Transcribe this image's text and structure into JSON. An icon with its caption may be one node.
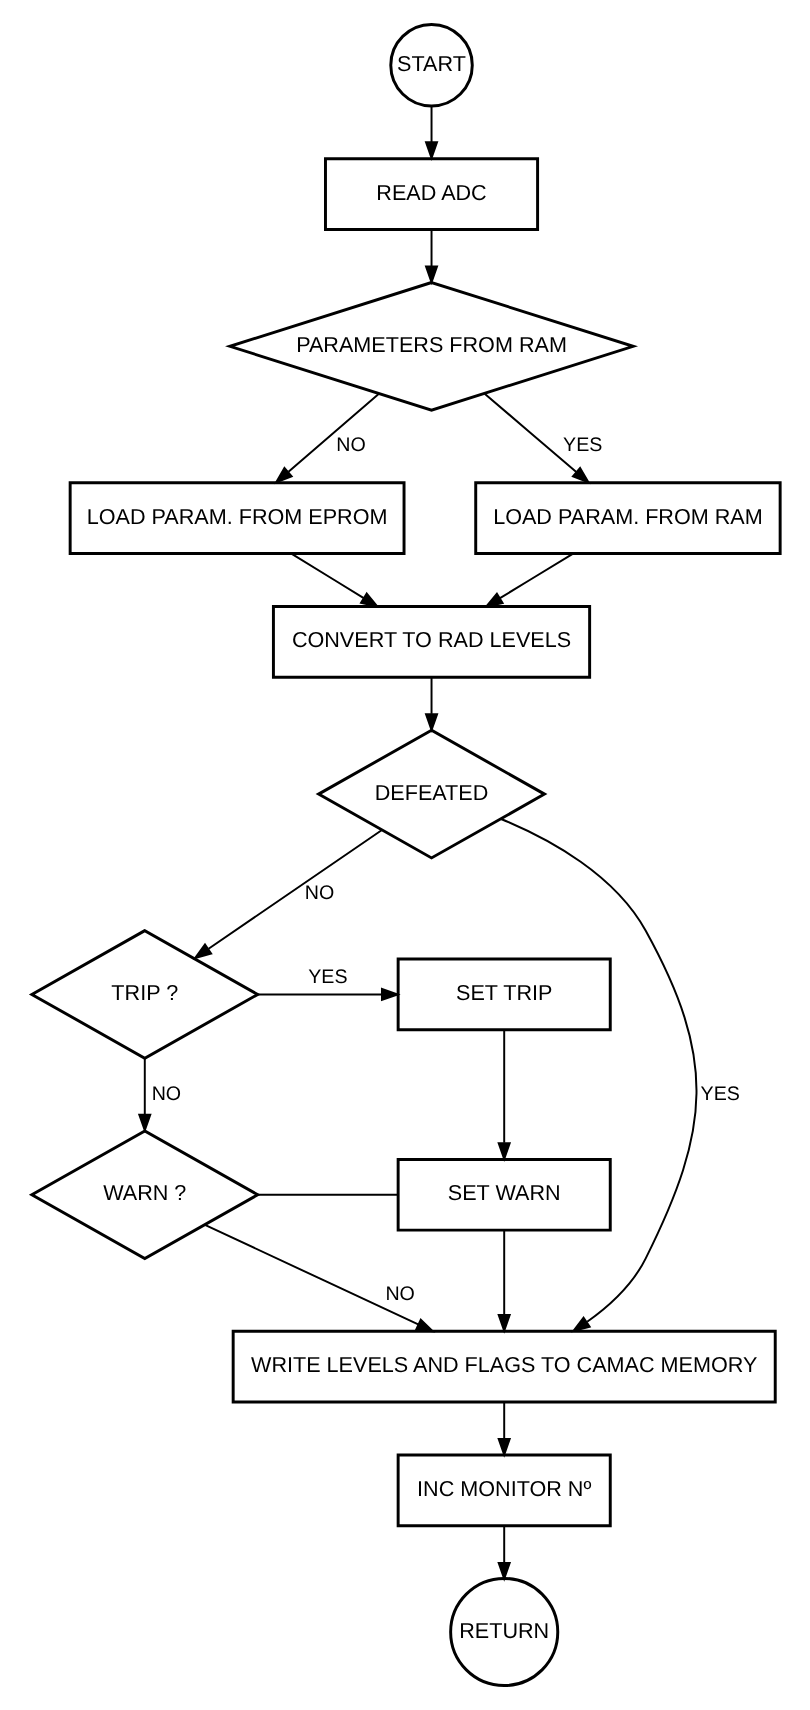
{
  "diagram": {
    "nodes": [
      {
        "text": [
          "START"
        ]
      },
      {
        "text": [
          "READ ADC"
        ]
      },
      {
        "text": [
          "PARAMETERS FROM RAM"
        ]
      },
      {
        "text": [
          "LOAD PARAM. FROM EPROM"
        ]
      },
      {
        "text": [
          "LOAD PARAM. FROM RAM"
        ]
      },
      {
        "text": [
          "CONVERT TO RAD LEVELS"
        ]
      },
      {
        "text": [
          "DEFEATED"
        ]
      },
      {
        "text": [
          "TRIP ?"
        ]
      },
      {
        "text": [
          "SET TRIP"
        ]
      },
      {
        "text": [
          "WARN ?"
        ]
      },
      {
        "text": [
          "SET WARN"
        ]
      },
      {
        "text": [
          "WRITE LEVELS AND FLAGS TO CAMAC MEMORY"
        ]
      },
      {
        "text": [
          "INC MONITOR Nº"
        ]
      },
      {
        "text": [
          "RETURN"
        ]
      }
    ],
    "edges": [
      {
        "from": 0,
        "to": 1,
        "arrow": "to"
      },
      {
        "from": 1,
        "to": 2,
        "arrow": "to"
      },
      {
        "from": 2,
        "to": 3,
        "arrow": "to",
        "label": "NO"
      },
      {
        "from": 2,
        "to": 4,
        "arrow": "to",
        "label": "YES"
      },
      {
        "from": 3,
        "to": 5,
        "arrow": "to"
      },
      {
        "from": 4,
        "to": 5,
        "arrow": "to"
      },
      {
        "from": 5,
        "to": 6,
        "arrow": "to"
      },
      {
        "from": 6,
        "to": 11,
        "arrow": "to",
        "label": "YES"
      },
      {
        "from": 6,
        "to": 7,
        "arrow": "to",
        "label": "NO"
      },
      {
        "from": 7,
        "to": 8,
        "arrow": "to",
        "label": "YES"
      },
      {
        "from": 7,
        "to": 9,
        "arrow": "to",
        "label": "NO"
      },
      {
        "from": 8,
        "to": 10,
        "arrow": "to"
      },
      {
        "from": 9,
        "to": 10,
        "arrow": "none"
      },
      {
        "from": 9,
        "to": 11,
        "arrow": "to",
        "label": "NO"
      },
      {
        "from": 10,
        "to": 11,
        "arrow": "to"
      },
      {
        "from": 11,
        "to": 12,
        "arrow": "to"
      },
      {
        "from": 12,
        "to": 13,
        "arrow": "to"
      }
    ]
  }
}
